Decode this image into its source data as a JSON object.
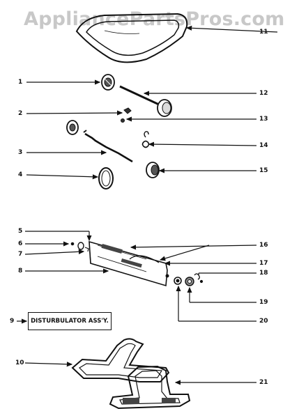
{
  "watermark": "AppliancePartsPros.com",
  "callouts": {
    "c1": "1",
    "c2": "2",
    "c3": "3",
    "c4": "4",
    "c5": "5",
    "c6": "6",
    "c7": "7",
    "c8": "8",
    "c9": "9",
    "c10": "10",
    "c11": "11",
    "c12": "12",
    "c13": "13",
    "c14": "14",
    "c15": "15",
    "c16": "16",
    "c17": "17",
    "c18": "18",
    "c19": "19",
    "c20": "20",
    "c21": "21"
  },
  "assembly_box_label": "DISTURBULATOR ASS'Y."
}
